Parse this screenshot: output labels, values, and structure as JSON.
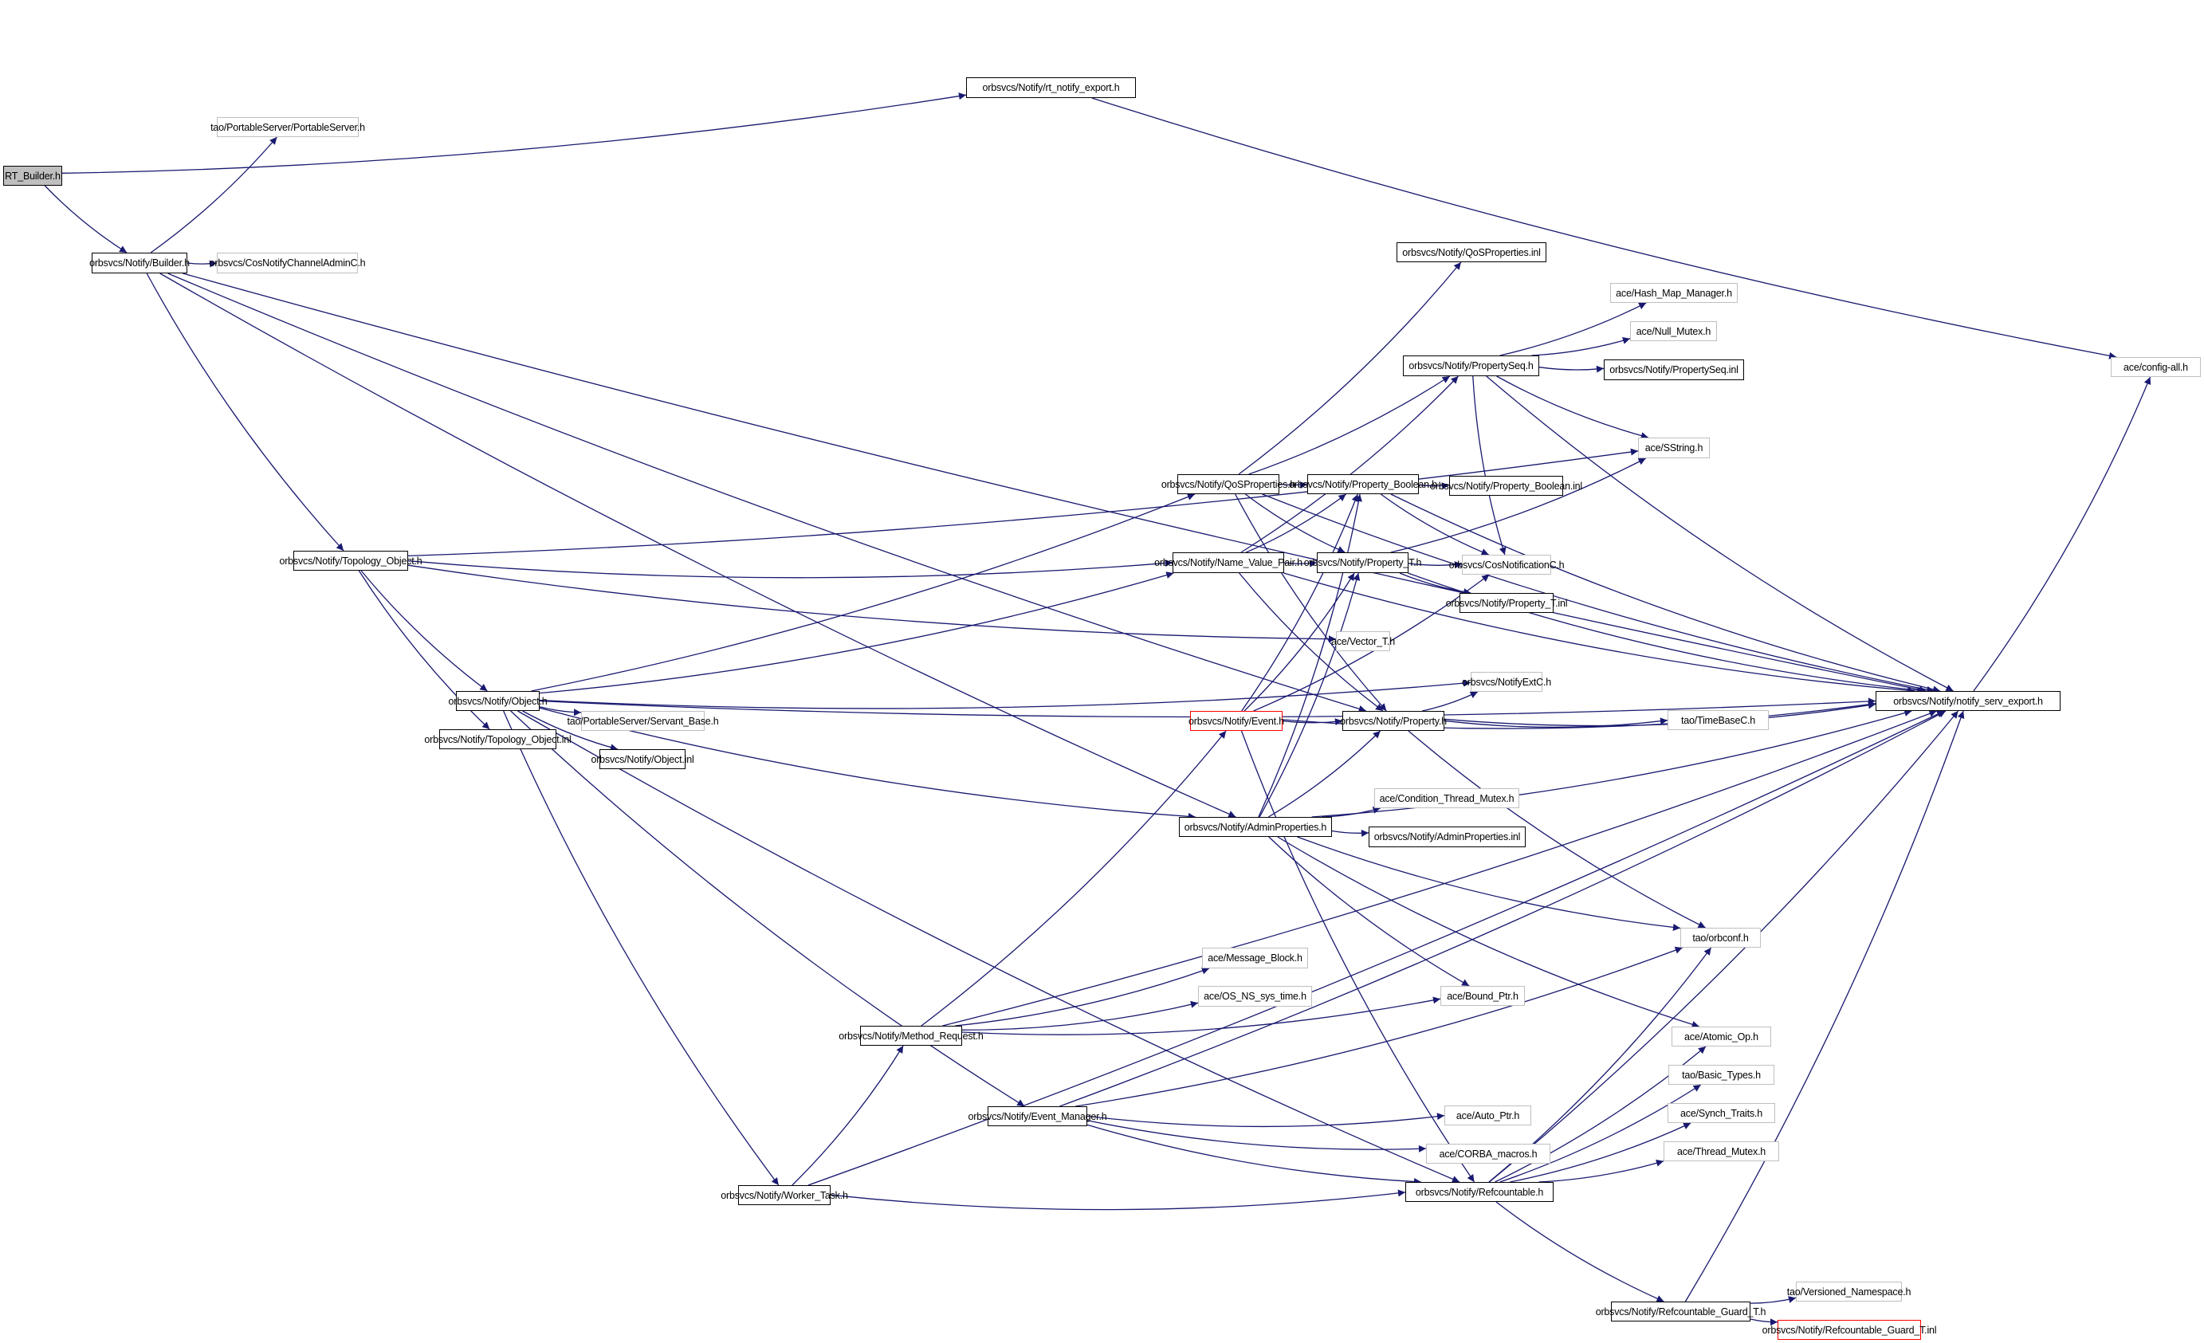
{
  "diagram": {
    "title": "RT_Builder.h include dependency graph",
    "colors": {
      "edge": "#191970",
      "node_border": "#000000",
      "external_border": "#bfbfbf",
      "truncated_border": "#ff0000",
      "root_fill": "#bfbfbf"
    },
    "nodes": [
      {
        "id": "rt_builder",
        "label": "RT_Builder.h",
        "kind": "root"
      },
      {
        "id": "rt_notify_export",
        "label": "orbsvcs/Notify/rt_notify_export.h",
        "kind": "local"
      },
      {
        "id": "portableserver",
        "label": "tao/PortableServer/PortableServer.h",
        "kind": "external"
      },
      {
        "id": "builder",
        "label": "orbsvcs/Notify/Builder.h",
        "kind": "local"
      },
      {
        "id": "cosnotifychanneladminc",
        "label": "orbsvcs/CosNotifyChannelAdminC.h",
        "kind": "external"
      },
      {
        "id": "config_all",
        "label": "ace/config-all.h",
        "kind": "external"
      },
      {
        "id": "qosproperties_inl",
        "label": "orbsvcs/Notify/QoSProperties.inl",
        "kind": "local"
      },
      {
        "id": "hash_map_manager",
        "label": "ace/Hash_Map_Manager.h",
        "kind": "external"
      },
      {
        "id": "null_mutex",
        "label": "ace/Null_Mutex.h",
        "kind": "external"
      },
      {
        "id": "propertyseq",
        "label": "orbsvcs/Notify/PropertySeq.h",
        "kind": "local"
      },
      {
        "id": "propertyseq_inl",
        "label": "orbsvcs/Notify/PropertySeq.inl",
        "kind": "local"
      },
      {
        "id": "sstring",
        "label": "ace/SString.h",
        "kind": "external"
      },
      {
        "id": "qosproperties",
        "label": "orbsvcs/Notify/QoSProperties.h",
        "kind": "local"
      },
      {
        "id": "property_boolean",
        "label": "orbsvcs/Notify/Property_Boolean.h",
        "kind": "local"
      },
      {
        "id": "property_boolean_inl",
        "label": "orbsvcs/Notify/Property_Boolean.inl",
        "kind": "local"
      },
      {
        "id": "topology_object",
        "label": "orbsvcs/Notify/Topology_Object.h",
        "kind": "local"
      },
      {
        "id": "name_value_pair",
        "label": "orbsvcs/Notify/Name_Value_Pair.h",
        "kind": "local"
      },
      {
        "id": "property_t",
        "label": "orbsvcs/Notify/Property_T.h",
        "kind": "local"
      },
      {
        "id": "cosnotificationc",
        "label": "orbsvcs/CosNotificationC.h",
        "kind": "external"
      },
      {
        "id": "property_t_inl",
        "label": "orbsvcs/Notify/Property_T.inl",
        "kind": "local"
      },
      {
        "id": "vector_t",
        "label": "ace/Vector_T.h",
        "kind": "external"
      },
      {
        "id": "notify_serv_export",
        "label": "orbsvcs/Notify/notify_serv_export.h",
        "kind": "local"
      },
      {
        "id": "object",
        "label": "orbsvcs/Notify/Object.h",
        "kind": "local"
      },
      {
        "id": "notifyextc",
        "label": "orbsvcs/NotifyExtC.h",
        "kind": "external"
      },
      {
        "id": "servant_base",
        "label": "tao/PortableServer/Servant_Base.h",
        "kind": "external"
      },
      {
        "id": "event",
        "label": "orbsvcs/Notify/Event.h",
        "kind": "truncated"
      },
      {
        "id": "property",
        "label": "orbsvcs/Notify/Property.h",
        "kind": "local"
      },
      {
        "id": "timebasec",
        "label": "tao/TimeBaseC.h",
        "kind": "external"
      },
      {
        "id": "topology_object_inl",
        "label": "orbsvcs/Notify/Topology_Object.inl",
        "kind": "local"
      },
      {
        "id": "object_inl",
        "label": "orbsvcs/Notify/Object.inl",
        "kind": "local"
      },
      {
        "id": "condition_thread_mutex",
        "label": "ace/Condition_Thread_Mutex.h",
        "kind": "external"
      },
      {
        "id": "adminproperties",
        "label": "orbsvcs/Notify/AdminProperties.h",
        "kind": "local"
      },
      {
        "id": "adminproperties_inl",
        "label": "orbsvcs/Notify/AdminProperties.inl",
        "kind": "local"
      },
      {
        "id": "orbconf",
        "label": "tao/orbconf.h",
        "kind": "external"
      },
      {
        "id": "message_block",
        "label": "ace/Message_Block.h",
        "kind": "external"
      },
      {
        "id": "os_ns_sys_time",
        "label": "ace/OS_NS_sys_time.h",
        "kind": "external"
      },
      {
        "id": "bound_ptr",
        "label": "ace/Bound_Ptr.h",
        "kind": "external"
      },
      {
        "id": "method_request",
        "label": "orbsvcs/Notify/Method_Request.h",
        "kind": "local"
      },
      {
        "id": "atomic_op",
        "label": "ace/Atomic_Op.h",
        "kind": "external"
      },
      {
        "id": "basic_types",
        "label": "tao/Basic_Types.h",
        "kind": "external"
      },
      {
        "id": "event_manager",
        "label": "orbsvcs/Notify/Event_Manager.h",
        "kind": "local"
      },
      {
        "id": "auto_ptr",
        "label": "ace/Auto_Ptr.h",
        "kind": "external"
      },
      {
        "id": "synch_traits",
        "label": "ace/Synch_Traits.h",
        "kind": "external"
      },
      {
        "id": "corba_macros",
        "label": "ace/CORBA_macros.h",
        "kind": "external"
      },
      {
        "id": "thread_mutex",
        "label": "ace/Thread_Mutex.h",
        "kind": "external"
      },
      {
        "id": "refcountable",
        "label": "orbsvcs/Notify/Refcountable.h",
        "kind": "local"
      },
      {
        "id": "worker_task",
        "label": "orbsvcs/Notify/Worker_Task.h",
        "kind": "local"
      },
      {
        "id": "versioned_namespace",
        "label": "tao/Versioned_Namespace.h",
        "kind": "external"
      },
      {
        "id": "refcountable_guard_t",
        "label": "orbsvcs/Notify/Refcountable_Guard_T.h",
        "kind": "local"
      },
      {
        "id": "refcountable_guard_t_inl",
        "label": "orbsvcs/Notify/Refcountable_Guard_T.inl",
        "kind": "truncated"
      }
    ],
    "edges": [
      [
        "rt_builder",
        "rt_notify_export"
      ],
      [
        "rt_builder",
        "builder"
      ],
      [
        "rt_notify_export",
        "config_all"
      ],
      [
        "builder",
        "portableserver"
      ],
      [
        "builder",
        "cosnotifychanneladminc"
      ],
      [
        "builder",
        "notify_serv_export"
      ],
      [
        "builder",
        "topology_object"
      ],
      [
        "builder",
        "adminproperties"
      ],
      [
        "builder",
        "property"
      ],
      [
        "topology_object",
        "object"
      ],
      [
        "topology_object",
        "topology_object_inl"
      ],
      [
        "topology_object",
        "name_value_pair"
      ],
      [
        "topology_object",
        "vector_t"
      ],
      [
        "topology_object",
        "sstring"
      ],
      [
        "object",
        "servant_base"
      ],
      [
        "object",
        "object_inl"
      ],
      [
        "object",
        "notifyextc"
      ],
      [
        "object",
        "qosproperties"
      ],
      [
        "object",
        "name_value_pair"
      ],
      [
        "object",
        "notify_serv_export"
      ],
      [
        "object",
        "adminproperties"
      ],
      [
        "object",
        "event_manager"
      ],
      [
        "object",
        "worker_task"
      ],
      [
        "object",
        "refcountable"
      ],
      [
        "qosproperties",
        "qosproperties_inl"
      ],
      [
        "qosproperties",
        "property_boolean"
      ],
      [
        "qosproperties",
        "property_t"
      ],
      [
        "qosproperties",
        "propertyseq"
      ],
      [
        "qosproperties",
        "property"
      ],
      [
        "qosproperties",
        "notify_serv_export"
      ],
      [
        "propertyseq",
        "hash_map_manager"
      ],
      [
        "propertyseq",
        "null_mutex"
      ],
      [
        "propertyseq",
        "propertyseq_inl"
      ],
      [
        "propertyseq",
        "sstring"
      ],
      [
        "propertyseq",
        "cosnotificationc"
      ],
      [
        "propertyseq",
        "notify_serv_export"
      ],
      [
        "property_boolean",
        "property_boolean_inl"
      ],
      [
        "property_boolean",
        "cosnotificationc"
      ],
      [
        "property_boolean",
        "notify_serv_export"
      ],
      [
        "name_value_pair",
        "property_boolean"
      ],
      [
        "name_value_pair",
        "property_t"
      ],
      [
        "name_value_pair",
        "property"
      ],
      [
        "name_value_pair",
        "propertyseq"
      ],
      [
        "name_value_pair",
        "notify_serv_export"
      ],
      [
        "property_t",
        "cosnotificationc"
      ],
      [
        "property_t",
        "property_t_inl"
      ],
      [
        "property_t",
        "sstring"
      ],
      [
        "property_t",
        "notify_serv_export"
      ],
      [
        "event",
        "property"
      ],
      [
        "event",
        "property_t"
      ],
      [
        "event",
        "property_boolean"
      ],
      [
        "event",
        "notify_serv_export"
      ],
      [
        "event",
        "refcountable"
      ],
      [
        "event",
        "cosnotificationc"
      ],
      [
        "property",
        "notifyextc"
      ],
      [
        "property",
        "timebasec"
      ],
      [
        "property",
        "notify_serv_export"
      ],
      [
        "property",
        "orbconf"
      ],
      [
        "adminproperties",
        "condition_thread_mutex"
      ],
      [
        "adminproperties",
        "adminproperties_inl"
      ],
      [
        "adminproperties",
        "property"
      ],
      [
        "adminproperties",
        "property_t"
      ],
      [
        "adminproperties",
        "property_boolean"
      ],
      [
        "adminproperties",
        "orbconf"
      ],
      [
        "adminproperties",
        "bound_ptr"
      ],
      [
        "adminproperties",
        "atomic_op"
      ],
      [
        "adminproperties",
        "notify_serv_export"
      ],
      [
        "method_request",
        "event"
      ],
      [
        "method_request",
        "message_block"
      ],
      [
        "method_request",
        "os_ns_sys_time"
      ],
      [
        "method_request",
        "bound_ptr"
      ],
      [
        "method_request",
        "notify_serv_export"
      ],
      [
        "event_manager",
        "auto_ptr"
      ],
      [
        "event_manager",
        "corba_macros"
      ],
      [
        "event_manager",
        "refcountable"
      ],
      [
        "event_manager",
        "orbconf"
      ],
      [
        "event_manager",
        "notify_serv_export"
      ],
      [
        "worker_task",
        "method_request"
      ],
      [
        "worker_task",
        "refcountable"
      ],
      [
        "worker_task",
        "notify_serv_export"
      ],
      [
        "refcountable",
        "orbconf"
      ],
      [
        "refcountable",
        "atomic_op"
      ],
      [
        "refcountable",
        "basic_types"
      ],
      [
        "refcountable",
        "synch_traits"
      ],
      [
        "refcountable",
        "thread_mutex"
      ],
      [
        "refcountable",
        "refcountable_guard_t"
      ],
      [
        "refcountable",
        "notify_serv_export"
      ],
      [
        "refcountable_guard_t",
        "versioned_namespace"
      ],
      [
        "refcountable_guard_t",
        "refcountable_guard_t_inl"
      ],
      [
        "refcountable_guard_t",
        "notify_serv_export"
      ],
      [
        "notify_serv_export",
        "config_all"
      ]
    ]
  }
}
